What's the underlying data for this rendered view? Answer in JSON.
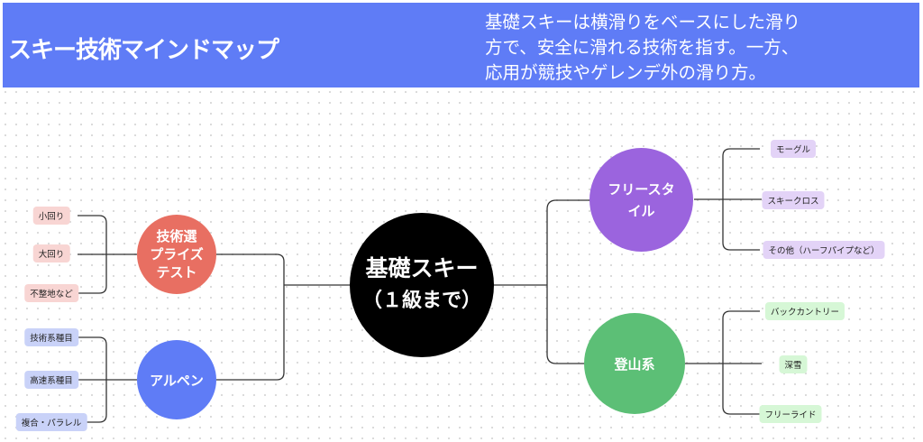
{
  "header": {
    "title": "スキー技術マインドマップ",
    "description": [
      "基礎スキーは横滑りをベースにした滑り",
      "方で、安全に滑れる技術を指す。一方、",
      "応用が競技やゲレンデ外の滑り方。"
    ]
  },
  "center": {
    "line1": "基礎スキー",
    "line2": "（１級まで）"
  },
  "branches": {
    "prize": {
      "label": [
        "技術選",
        "プライズ",
        "テスト"
      ],
      "color": "#e86f62",
      "items": [
        "小回り",
        "大回り",
        "不整地など"
      ]
    },
    "alpine": {
      "label": "アルペン",
      "color": "#5f7cf6",
      "items": [
        "技術系種目",
        "高速系種目",
        "複合・パラレル"
      ]
    },
    "freestyle": {
      "label": [
        "フリースタ",
        "イル"
      ],
      "color": "#9b64de",
      "items": [
        "モーグル",
        "スキークロス",
        "その他（ハーフパイプなど）"
      ]
    },
    "mountain": {
      "label": "登山系",
      "color": "#5cbf76",
      "items": [
        "バックカントリー",
        "深雪",
        "フリーライド"
      ]
    }
  }
}
